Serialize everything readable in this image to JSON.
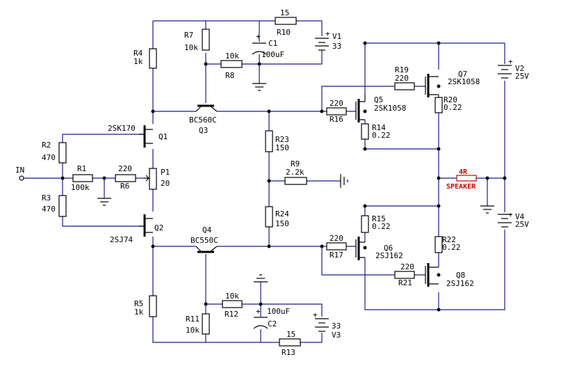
{
  "labels": {
    "r10": "R10",
    "r10v": "15",
    "v1": "V1",
    "v1v": "33",
    "r7": "R7",
    "r7v": "10k",
    "c1": "C1",
    "c1v": "100uF",
    "r8v": "10k",
    "r8": "R8",
    "r4": "R4",
    "r4v": "1k",
    "q3": "Q3",
    "q3t": "BC560C",
    "q1": "Q1",
    "q1t": "2SK170",
    "r2": "R2",
    "r2v": "470",
    "in": "IN",
    "r1": "R1",
    "r1v": "100k",
    "r6v": "220",
    "r6": "R6",
    "p1": "P1",
    "p1v": "20",
    "r3": "R3",
    "r3v": "470",
    "q2": "Q2",
    "q2t": "2SJ74",
    "q4": "Q4",
    "q4t": "BC550C",
    "r5": "R5",
    "r5v": "1k",
    "r11": "R11",
    "r11v": "10k",
    "r12v": "10k",
    "r12": "R12",
    "c2": "C2",
    "c2v": "100uF",
    "r13v": "15",
    "r13": "R13",
    "v3": "V3",
    "v3v": "33",
    "r23": "R23",
    "r23v": "150",
    "r9": "R9",
    "r9v": "2.2k",
    "r24": "R24",
    "r24v": "150",
    "r16v": "220",
    "r16": "R16",
    "q5": "Q5",
    "q5t": "2SK1058",
    "r14": "R14",
    "r14v": "0.22",
    "r19": "R19",
    "r19v": "220",
    "q7": "Q7",
    "q7t": "2SK1058",
    "r20": "R20",
    "r20v": "0.22",
    "v2": "V2",
    "v2v": "25V",
    "spkv": "4R",
    "spk": "SPEAKER",
    "v4": "V4",
    "v4v": "25V",
    "r15": "R15",
    "r15v": "0.22",
    "r17v": "220",
    "r17": "R17",
    "q6": "Q6",
    "q6t": "2SJ162",
    "r22": "R22",
    "r22v": "0.22",
    "r21v": "220",
    "r21": "R21",
    "q8": "Q8",
    "q8t": "2SJ162"
  }
}
